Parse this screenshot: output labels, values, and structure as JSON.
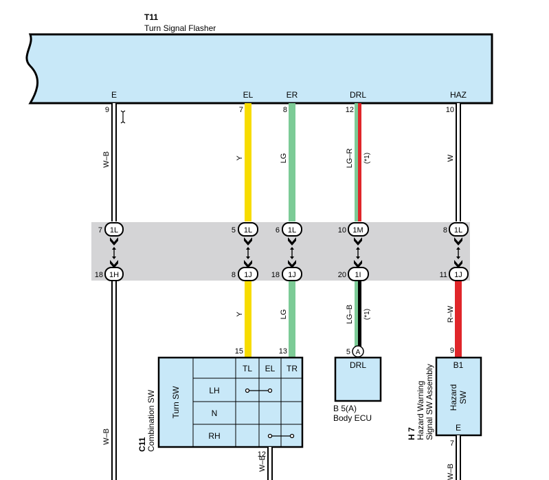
{
  "flasher": {
    "code": "T11",
    "name": "Turn Signal Flasher",
    "pins": [
      {
        "label": "E",
        "num": "9"
      },
      {
        "label": "EL",
        "num": "7"
      },
      {
        "label": "ER",
        "num": "8"
      },
      {
        "label": "DRL",
        "num": "12"
      },
      {
        "label": "HAZ",
        "num": "10"
      }
    ]
  },
  "wires_upper": [
    "W–B",
    "Y",
    "LG",
    "LG–R",
    "W"
  ],
  "wires_lower": [
    "Y",
    "LG",
    "LG–B",
    "R–W"
  ],
  "note": "(*1)",
  "junction_top": [
    {
      "num": "7",
      "code": "1L"
    },
    {
      "num": "5",
      "code": "1L"
    },
    {
      "num": "6",
      "code": "1L"
    },
    {
      "num": "10",
      "code": "1M"
    },
    {
      "num": "8",
      "code": "1L"
    }
  ],
  "junction_bottom": [
    {
      "num": "18",
      "code": "1H"
    },
    {
      "num": "8",
      "code": "1J"
    },
    {
      "num": "18",
      "code": "1J"
    },
    {
      "num": "20",
      "code": "1I"
    },
    {
      "num": "11",
      "code": "1J"
    }
  ],
  "left_wire_bottom": "W–B",
  "combination_sw": {
    "code": "C11",
    "name": "Combination SW",
    "sub": "Turn SW",
    "cols": [
      "TL",
      "EL",
      "TR"
    ],
    "rows": [
      "LH",
      "N",
      "RH"
    ],
    "pin_tl": "15",
    "pin_tr": "13",
    "pin_bottom": "12",
    "bottom_wire": "W–B"
  },
  "body_ecu": {
    "code": "B 5(A)",
    "name": "Body ECU",
    "label": "DRL",
    "pin": "5",
    "connector": "A"
  },
  "hazard_sw": {
    "code": "H 7",
    "name1": "Hazard Warning",
    "name2": "Signal SW Assembly",
    "label1": "Hazard",
    "label2": "SW",
    "pin_top": "B1",
    "pin_bottom": "E",
    "num_top": "9",
    "num_bottom": "7",
    "bottom_wire": "W–B"
  },
  "colors": {
    "component_fill": "#c8e8f8",
    "junction_band": "#d4d4d6",
    "yellow": "#f7dc00",
    "light_green": "#7ccb96",
    "red": "#e0262a"
  }
}
